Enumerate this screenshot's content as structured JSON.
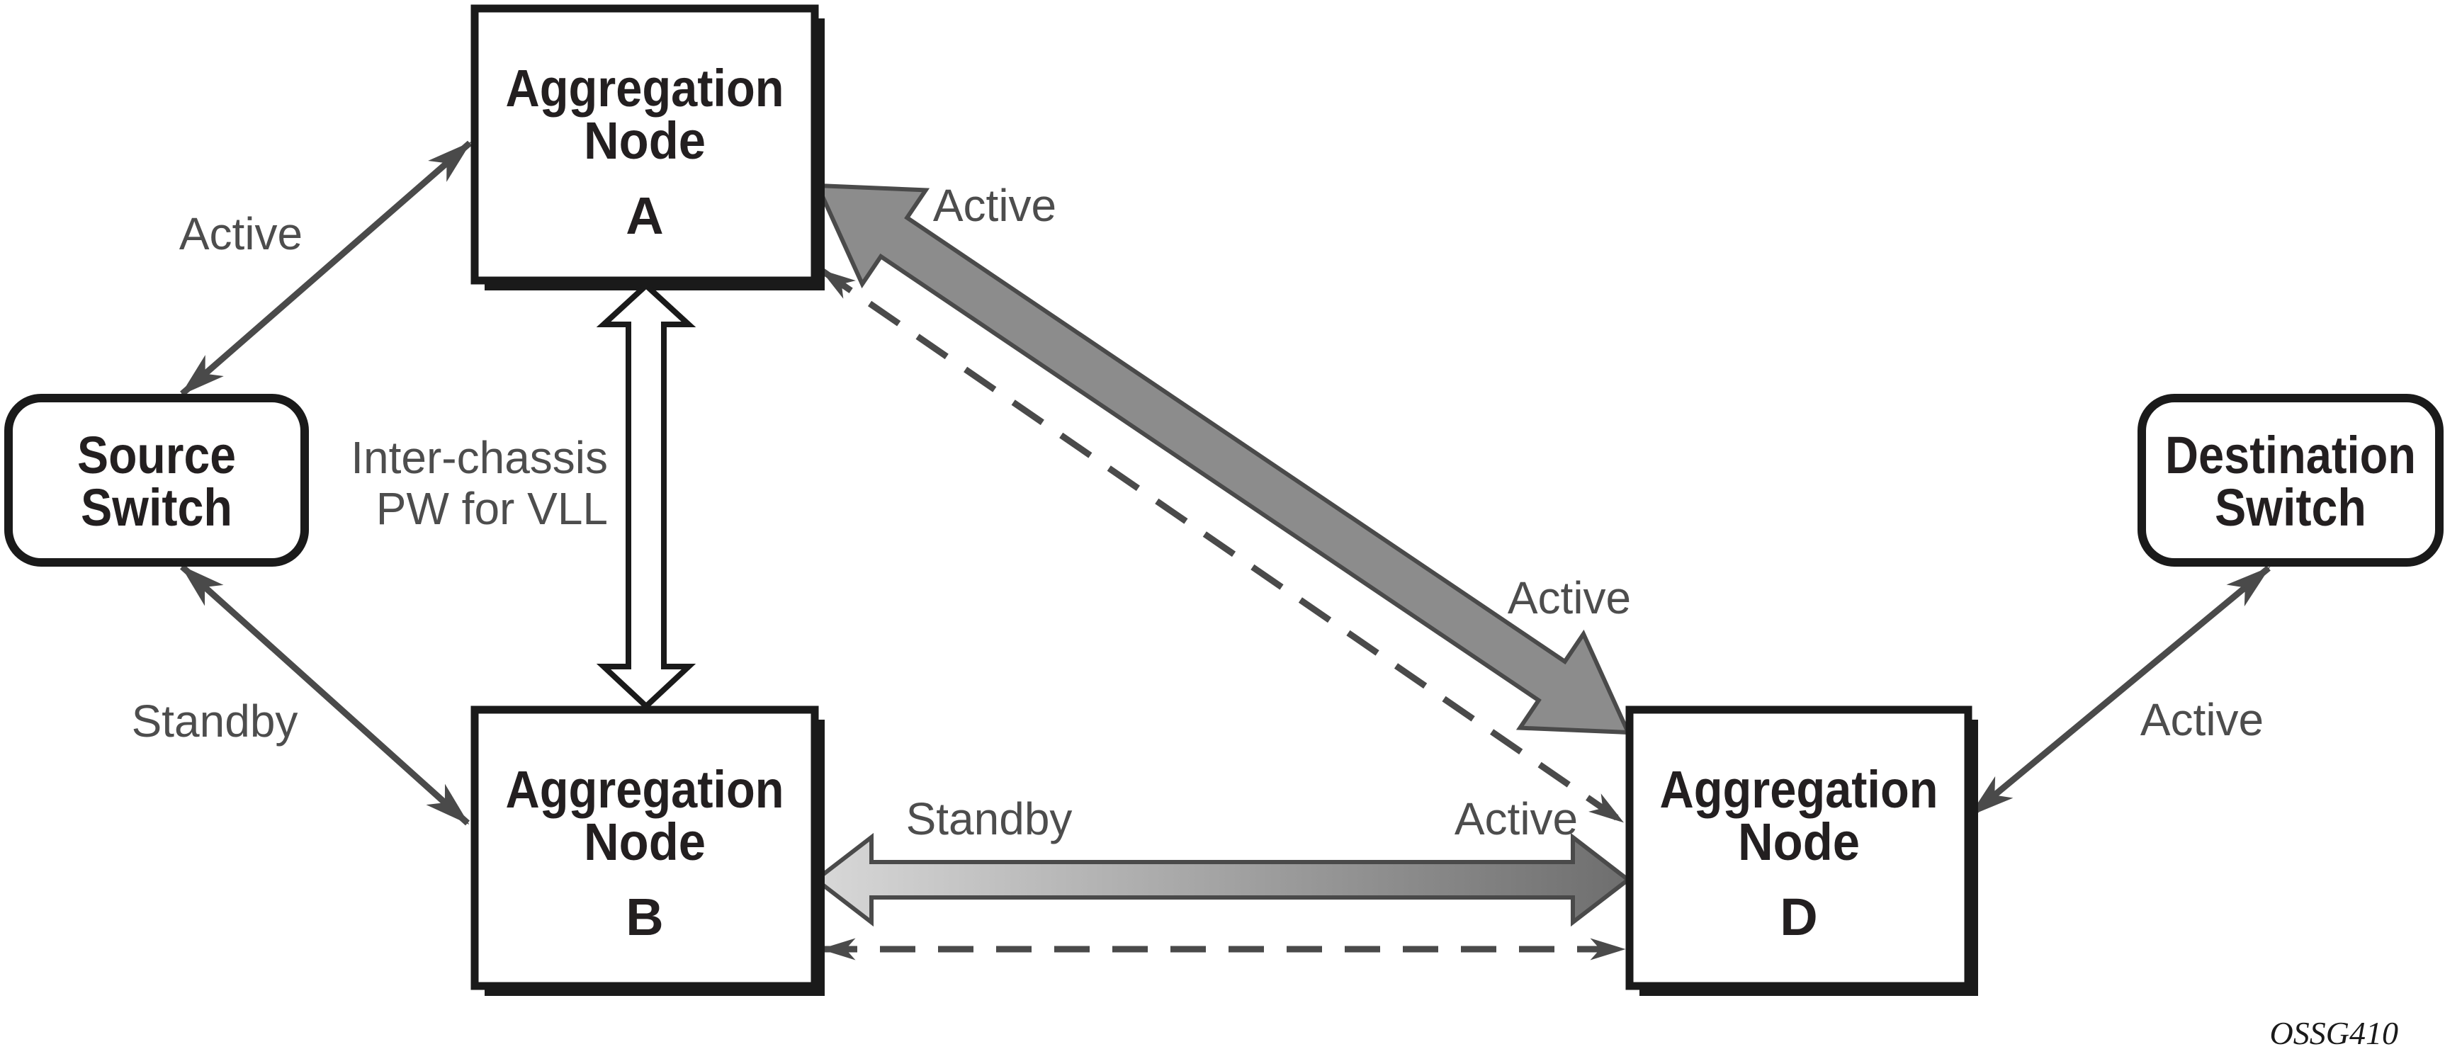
{
  "diagram": {
    "figure_code": "OSSG410",
    "colors": {
      "box_border": "#1a1a1a",
      "box_fill": "#ffffff",
      "line_gray": "#4a4a4a",
      "label_gray": "#4d4d4d",
      "thick_arrow_gray": "#8c8c8c",
      "gradient_light": "#d8d8d8",
      "gradient_dark": "#6e6e6e"
    },
    "nodes": {
      "source_switch": {
        "line1": "Source",
        "line2": "Switch"
      },
      "aggregation_node_a": {
        "line1": "Aggregation",
        "line2": "Node",
        "letter": "A"
      },
      "aggregation_node_b": {
        "line1": "Aggregation",
        "line2": "Node",
        "letter": "B"
      },
      "aggregation_node_d": {
        "line1": "Aggregation",
        "line2": "Node",
        "letter": "D"
      },
      "destination_switch": {
        "line1": "Destination",
        "line2": "Switch"
      }
    },
    "links": {
      "source_to_a": {
        "label": "Active"
      },
      "source_to_b": {
        "label": "Standby"
      },
      "a_to_b": {
        "label_line1": "Inter-chassis",
        "label_line2": "PW for VLL"
      },
      "a_to_d": {
        "label_near_a": "Active",
        "label_near_d": "Active"
      },
      "b_to_d": {
        "label_near_b": "Standby",
        "label_near_d": "Active"
      },
      "d_to_destination": {
        "label": "Active"
      }
    }
  }
}
